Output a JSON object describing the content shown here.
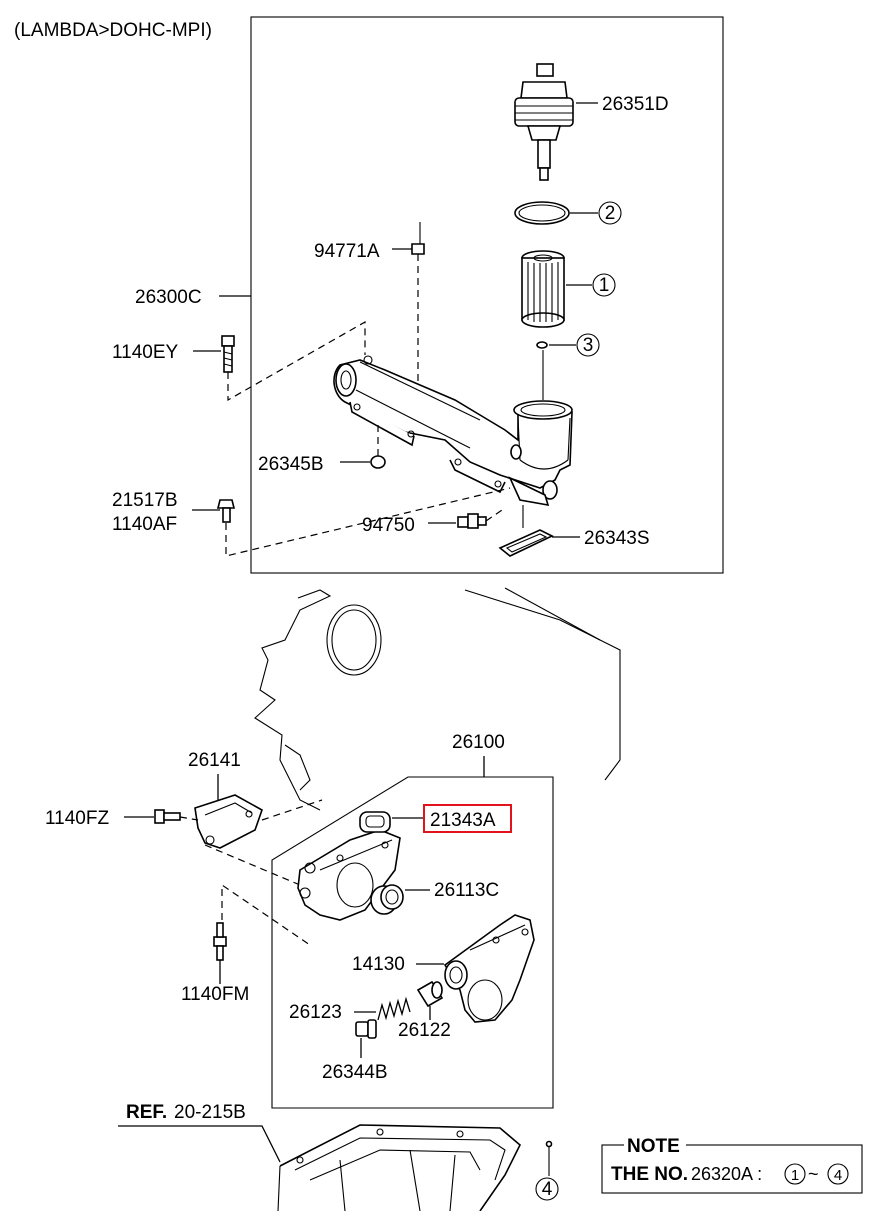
{
  "header": {
    "engine_variant": "(LAMBDA>DOHC-MPI)"
  },
  "callouts": {
    "c26351D": "26351D",
    "c94771A": "94771A",
    "c26300C": "26300C",
    "c1140EY": "1140EY",
    "c26345B": "26345B",
    "c21517B": "21517B",
    "c1140AF": "1140AF",
    "c94750": "94750",
    "c26343S": "26343S",
    "c26100": "26100",
    "c26141": "26141",
    "c1140FZ": "1140FZ",
    "c21343A": "21343A",
    "c26113C": "26113C",
    "c14130": "14130",
    "c1140FM": "1140FM",
    "c26123": "26123",
    "c26122": "26122",
    "c26344B": "26344B"
  },
  "circled_refs": {
    "r1": "1",
    "r2": "2",
    "r3": "3",
    "r4": "4"
  },
  "reference": {
    "prefix": "REF.",
    "code": "20-215B"
  },
  "note": {
    "title": "NOTE",
    "line_prefix": "THE NO.",
    "part_no": "26320A :",
    "from": "1",
    "range_sep": "~",
    "to": "4"
  },
  "colors": {
    "highlight_box": "#e0141a",
    "line": "#000000"
  }
}
